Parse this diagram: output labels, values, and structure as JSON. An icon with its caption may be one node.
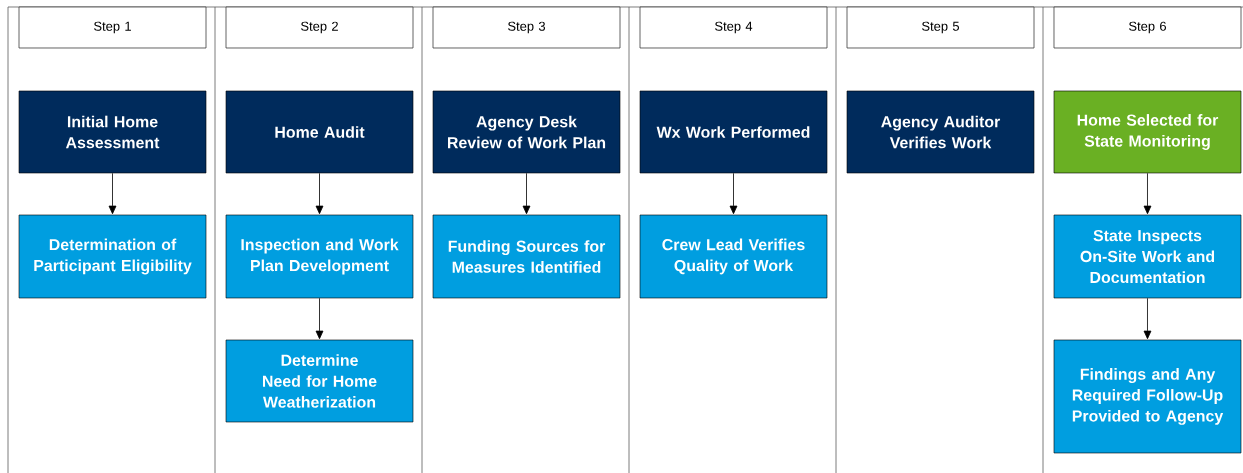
{
  "diagram": {
    "nodes": [
      {
        "text": [
          "Step 1"
        ]
      },
      {
        "text": [
          "Step 2"
        ]
      },
      {
        "text": [
          "Step 3"
        ]
      },
      {
        "text": [
          "Step 4"
        ]
      },
      {
        "text": [
          "Step 5"
        ]
      },
      {
        "text": [
          "Step 6"
        ]
      },
      {
        "text": [
          "Initial Home Assessment"
        ]
      },
      {
        "text": [
          "Determination of Participant Eligibility"
        ]
      },
      {
        "text": [
          "Home Audit"
        ]
      },
      {
        "text": [
          "Inspection and Work Plan Development"
        ]
      },
      {
        "text": [
          "Determine Need for Home Weatherization"
        ]
      },
      {
        "text": [
          "Agency Desk Review of Work Plan"
        ]
      },
      {
        "text": [
          "Funding Sources for Measures Identified"
        ]
      },
      {
        "text": [
          "Wx Work Performed"
        ]
      },
      {
        "text": [
          "Crew Lead Verifies Quality of Work"
        ]
      },
      {
        "text": [
          "Agency Auditor Verifies Work"
        ]
      },
      {
        "text": [
          "Home Selected for State Monitoring"
        ]
      },
      {
        "text": [
          "State Inspects On-Site Work and Documentation"
        ]
      },
      {
        "text": [
          "Findings and Any Required Follow-Up Provided to Agency"
        ]
      }
    ],
    "edges": [
      {
        "from": 6,
        "to": 7,
        "arrow": "to"
      },
      {
        "from": 8,
        "to": 9,
        "arrow": "to"
      },
      {
        "from": 9,
        "to": 10,
        "arrow": "to"
      },
      {
        "from": 11,
        "to": 12,
        "arrow": "to"
      },
      {
        "from": 13,
        "to": 14,
        "arrow": "to"
      },
      {
        "from": 16,
        "to": 17,
        "arrow": "to"
      },
      {
        "from": 17,
        "to": 18,
        "arrow": "to"
      }
    ]
  }
}
